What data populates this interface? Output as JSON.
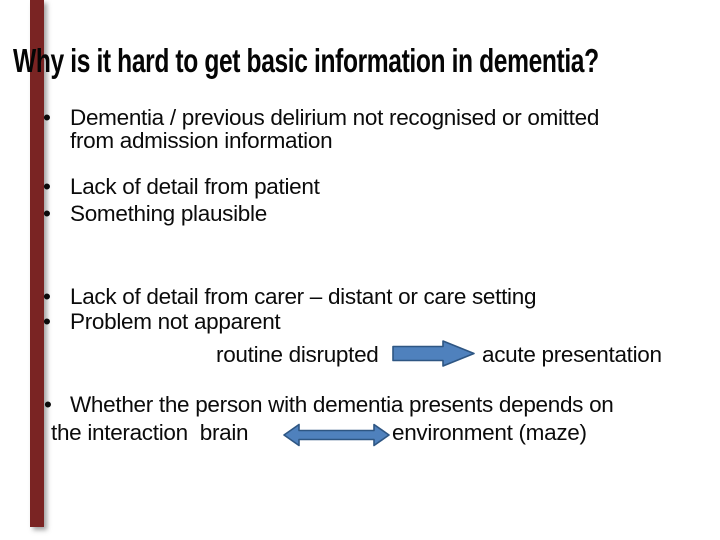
{
  "slide_title": "Why is it hard to get basic information in dementia?",
  "bullet_char": "•",
  "accent_bar": {
    "color": "#7a2423"
  },
  "arrows": {
    "fill": "#4f81bd",
    "stroke": "#2e5683",
    "flow_arrow_icon": "right-arrow",
    "interaction_arrow_icon": "left-right-arrow"
  },
  "bullets": {
    "item1_line1": "Dementia / previous delirium not recognised or omitted",
    "item1_line2": "from admission information",
    "item2": "Lack of detail from patient",
    "item3": "Something plausible",
    "item4": "Lack of detail from carer – distant or care setting",
    "item5": "Problem not apparent",
    "item6_line1": "Whether the person with dementia presents depends on",
    "item6_line2_left": "the interaction  brain",
    "item6_line2_right": "environment (maze)"
  },
  "flow_line": {
    "left_label": "routine disrupted",
    "right_label": "acute presentation"
  }
}
